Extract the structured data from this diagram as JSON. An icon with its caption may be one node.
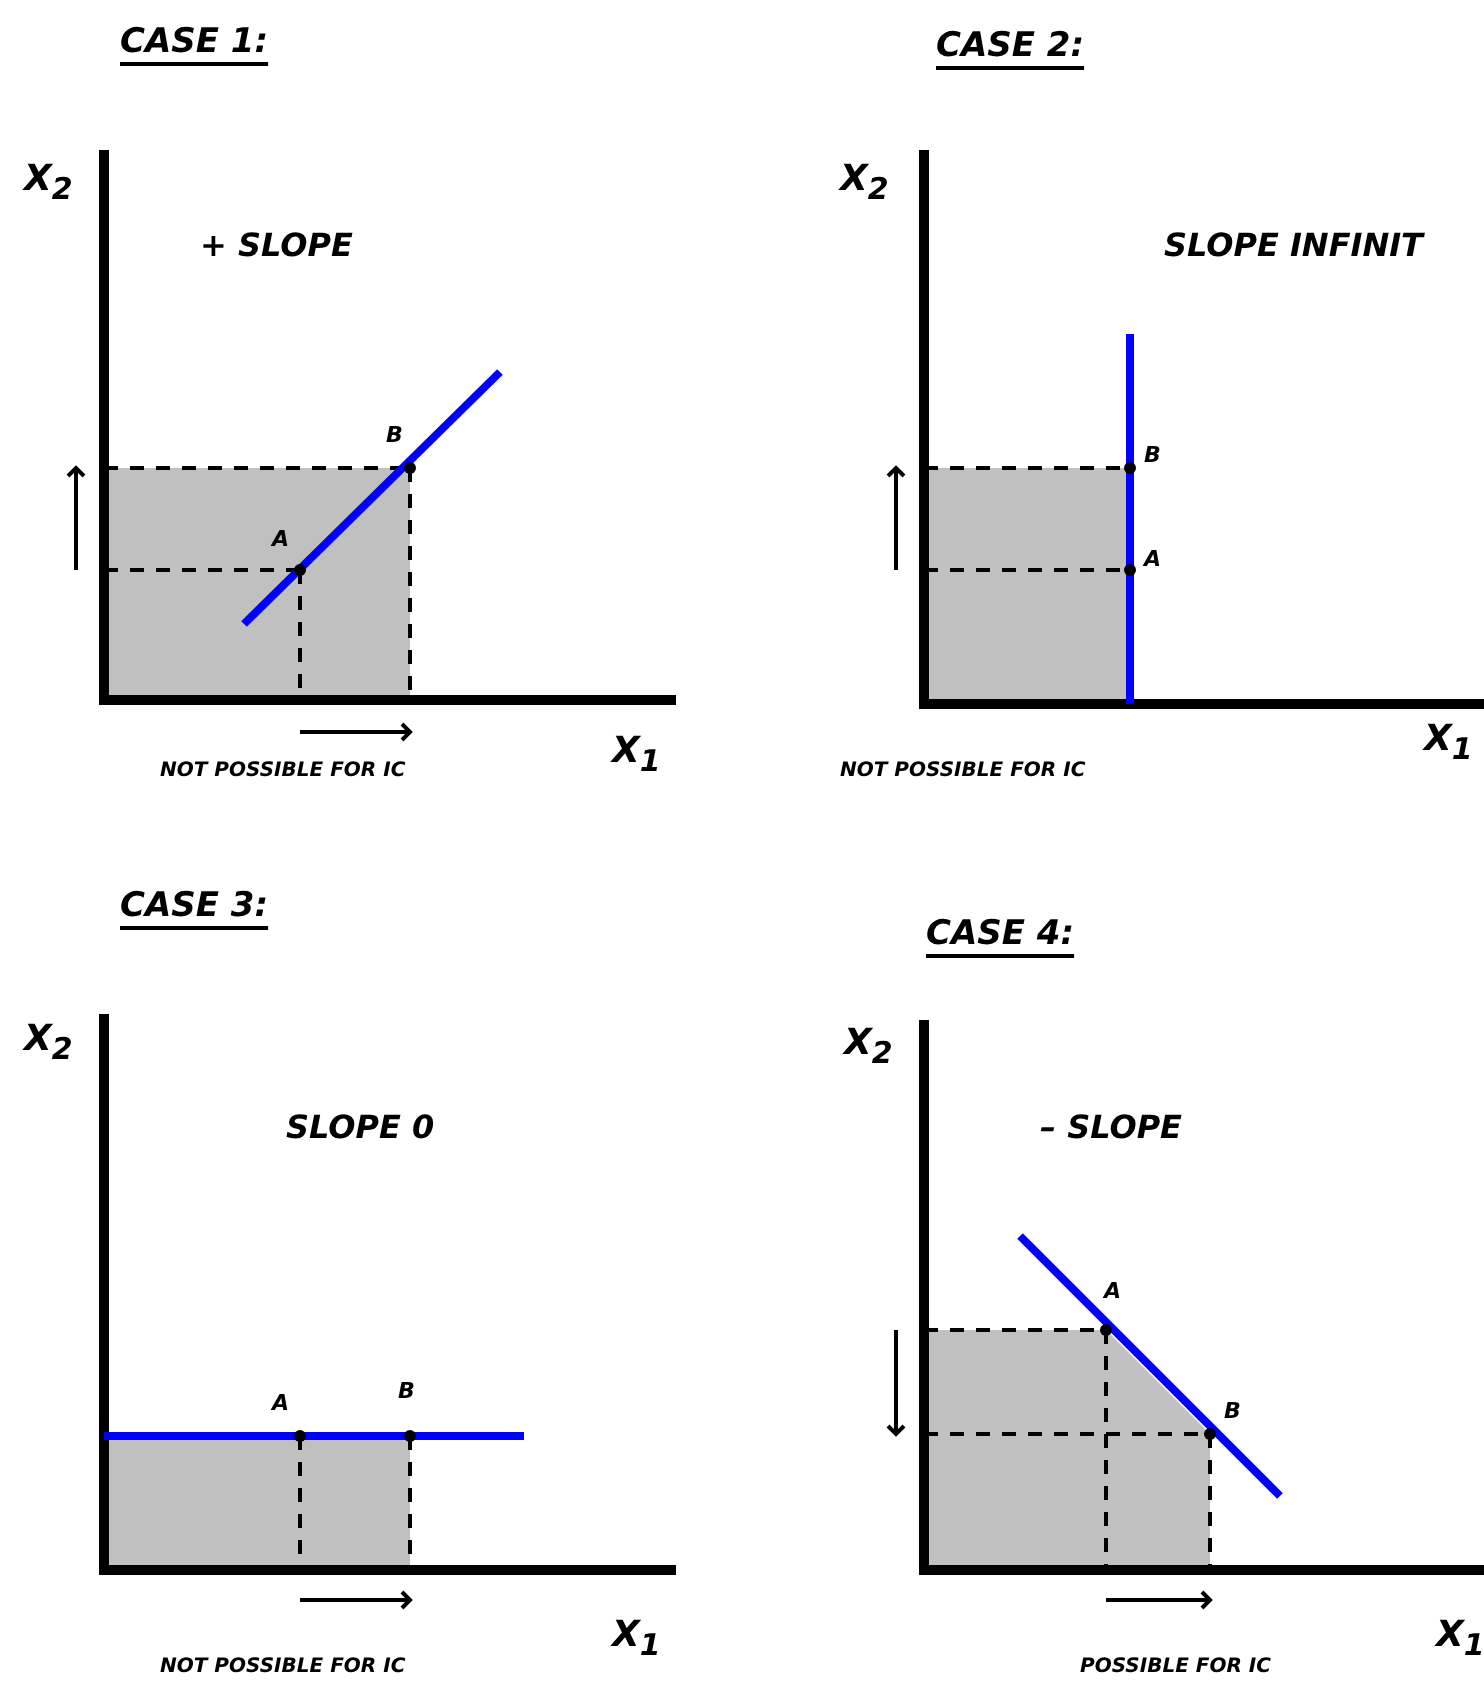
{
  "diagram": {
    "labels": [
      "CASE 1:",
      "X$_{2}$",
      "+  SLOPE",
      "B",
      "A",
      "X$_{1}$",
      "NOT POSSIBLE FOR IC",
      "CASE 2:",
      "X$_{2}$",
      "SLOPE INFINIT",
      "B",
      "A",
      "X$_{1}$",
      "NOT POSSIBLE FOR IC",
      "CASE 3:",
      "X$_{2}$",
      "SLOPE 0",
      "A",
      "B",
      "X$_{1}$",
      "NOT POSSIBLE FOR IC",
      "CASE 4:",
      "X$_{2}$",
      "–  SLOPE",
      "A",
      "B",
      "X$_{1}$",
      "POSSIBLE FOR IC"
    ]
  }
}
